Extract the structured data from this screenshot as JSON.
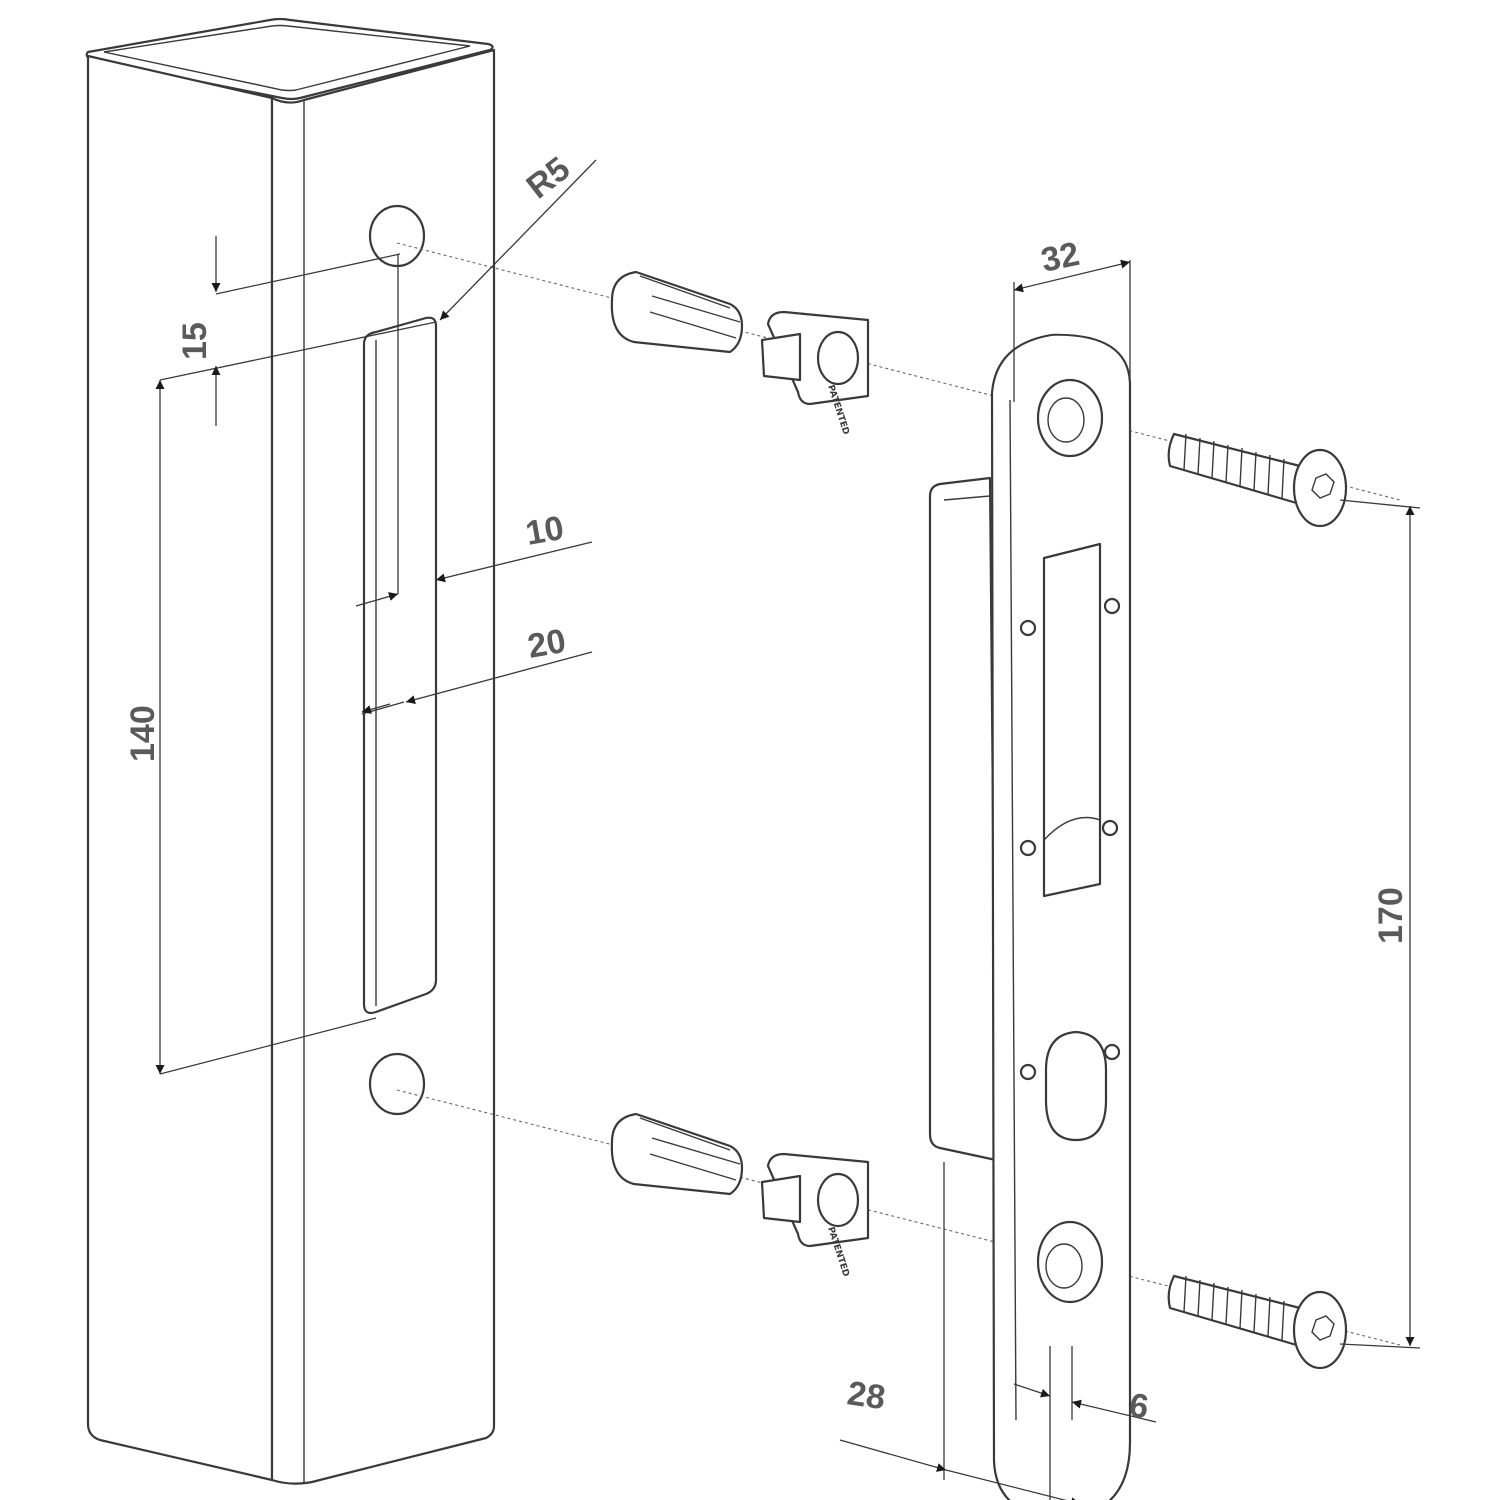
{
  "dimensions": [
    {
      "id": "r5",
      "text": "R5"
    },
    {
      "id": "d32",
      "text": "32"
    },
    {
      "id": "d15",
      "text": "15"
    },
    {
      "id": "d10",
      "text": "10"
    },
    {
      "id": "d20",
      "text": "20"
    },
    {
      "id": "d140",
      "text": "140"
    },
    {
      "id": "d170",
      "text": "170"
    },
    {
      "id": "d28",
      "text": "28"
    },
    {
      "id": "d6",
      "text": "6"
    }
  ],
  "parts": {
    "bushing_stamp": "PATENTED"
  },
  "colors": {
    "line": "#3a3a3a",
    "label": "#5a5a5a",
    "background": "#ffffff"
  }
}
